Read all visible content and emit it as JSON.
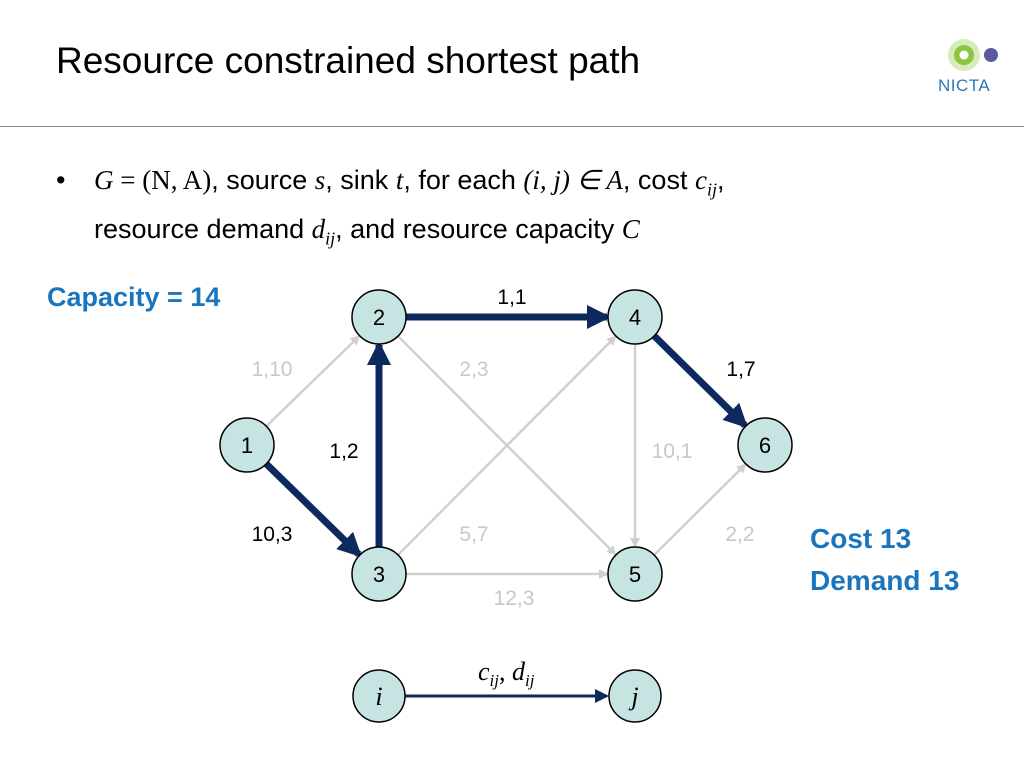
{
  "title": "Resource constrained shortest path",
  "logo": {
    "text": "NICTA",
    "dot_colors": [
      "#8cc63f",
      "#5a5a9e"
    ]
  },
  "bullet": {
    "marker": "•",
    "G": "G",
    "eq_NA": " = (N, A)",
    "t1": ", source ",
    "s": "s",
    "t2": ", sink ",
    "t": "t",
    "t3": ", for each ",
    "ij_in_A": "(i, j) ∈ A",
    "t4": ", cost ",
    "c": "c",
    "ij1": "ij",
    "t5": ",",
    "t6": "resource demand ",
    "d": "d",
    "ij2": "ij",
    "t7": ", and resource capacity ",
    "C": "C"
  },
  "capacity_label": "Capacity = 14",
  "result": {
    "cost": "Cost 13",
    "demand": "Demand 13"
  },
  "colors": {
    "path": "#0d2a5e",
    "light_edge": "#d0d0d0",
    "node_fill": "#c6e4e2",
    "accent": "#1a75bc",
    "light_label": "#c8c8c8"
  },
  "graph": {
    "nodes": [
      {
        "id": "1",
        "label": "1"
      },
      {
        "id": "2",
        "label": "2"
      },
      {
        "id": "3",
        "label": "3"
      },
      {
        "id": "4",
        "label": "4"
      },
      {
        "id": "5",
        "label": "5"
      },
      {
        "id": "6",
        "label": "6"
      }
    ],
    "edges": [
      {
        "from": "1",
        "to": "2",
        "label": "1,10",
        "on_path": false
      },
      {
        "from": "1",
        "to": "3",
        "label": "10,3",
        "on_path": true
      },
      {
        "from": "3",
        "to": "2",
        "label": "1,2",
        "on_path": true
      },
      {
        "from": "2",
        "to": "4",
        "label": "1,1",
        "on_path": true
      },
      {
        "from": "2",
        "to": "5",
        "label": "2,3",
        "on_path": false
      },
      {
        "from": "3",
        "to": "4",
        "label": "5,7",
        "on_path": false
      },
      {
        "from": "3",
        "to": "5",
        "label": "12,3",
        "on_path": false
      },
      {
        "from": "4",
        "to": "5",
        "label": "10,1",
        "on_path": false
      },
      {
        "from": "4",
        "to": "6",
        "label": "1,7",
        "on_path": true
      },
      {
        "from": "5",
        "to": "6",
        "label": "2,2",
        "on_path": false
      }
    ]
  },
  "legend": {
    "from": "i",
    "to": "j",
    "label": "cij, dij"
  }
}
